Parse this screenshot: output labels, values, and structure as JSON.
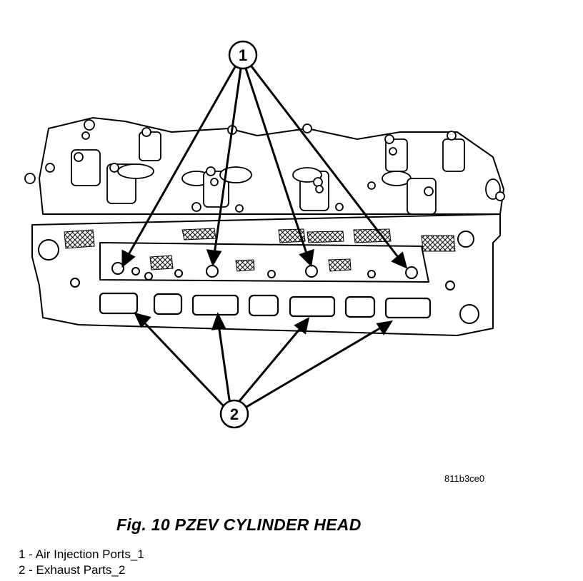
{
  "callouts": [
    {
      "number": "1"
    },
    {
      "number": "2"
    }
  ],
  "figure_code": "811b3ce0",
  "caption": "Fig. 10 PZEV CYLINDER HEAD",
  "legend": [
    {
      "text": "1 - Air Injection Ports_1"
    },
    {
      "text": "2 - Exhaust Parts_2"
    }
  ]
}
